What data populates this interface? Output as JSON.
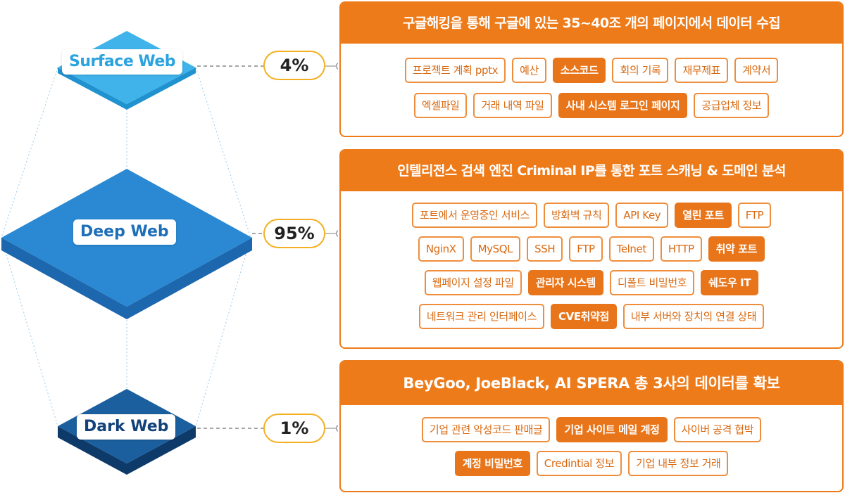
{
  "layers": {
    "surface": {
      "label": "Surface Web",
      "percent": "4%"
    },
    "deep": {
      "label": "Deep Web",
      "percent": "95%"
    },
    "dark": {
      "label": "Dark Web",
      "percent": "1%"
    }
  },
  "colors": {
    "surface_top": "#3fb3ea",
    "surface_side": "#1f92cf",
    "deep_top": "#2a89d2",
    "deep_side": "#1c67ad",
    "dark_top": "#1b5f9e",
    "dark_side": "#0e3a6a",
    "accent_orange": "#ee7b1a",
    "pill_border": "#f4b022"
  },
  "panels": {
    "surface": {
      "title": "구글해킹을 통해 구글에 있는 35~40조 개의 페이지에서 데이터 수집",
      "rows": [
        [
          {
            "text": "프로젝트 계획 pptx",
            "highlight": false
          },
          {
            "text": "예산",
            "highlight": false
          },
          {
            "text": "소스코드",
            "highlight": true
          },
          {
            "text": "회의 기록",
            "highlight": false
          },
          {
            "text": "재무제표",
            "highlight": false
          },
          {
            "text": "계약서",
            "highlight": false
          }
        ],
        [
          {
            "text": "엑셀파일",
            "highlight": false
          },
          {
            "text": "거래 내역 파일",
            "highlight": false
          },
          {
            "text": "사내 시스템 로그인 페이지",
            "highlight": true
          },
          {
            "text": "공급업체 정보",
            "highlight": false
          }
        ]
      ]
    },
    "deep": {
      "title": "인텔리전스 검색 엔진 Criminal IP를 통한 포트 스캐닝 & 도메인 분석",
      "rows": [
        [
          {
            "text": "포트에서 운영중인 서비스",
            "highlight": false
          },
          {
            "text": "방화벽 규칙",
            "highlight": false
          },
          {
            "text": "API Key",
            "highlight": false
          },
          {
            "text": "열린 포트",
            "highlight": true
          },
          {
            "text": "FTP",
            "highlight": false
          }
        ],
        [
          {
            "text": "NginX",
            "highlight": false
          },
          {
            "text": "MySQL",
            "highlight": false
          },
          {
            "text": "SSH",
            "highlight": false
          },
          {
            "text": "FTP",
            "highlight": false
          },
          {
            "text": "Telnet",
            "highlight": false
          },
          {
            "text": "HTTP",
            "highlight": false
          },
          {
            "text": "취약 포트",
            "highlight": true
          }
        ],
        [
          {
            "text": "웹페이지 설정 파일",
            "highlight": false
          },
          {
            "text": "관리자 시스템",
            "highlight": true
          },
          {
            "text": "디폴트 비밀번호",
            "highlight": false
          },
          {
            "text": "쉐도우 IT",
            "highlight": true
          }
        ],
        [
          {
            "text": "네트워크 관리 인터페이스",
            "highlight": false
          },
          {
            "text": "CVE취약점",
            "highlight": true
          },
          {
            "text": "내부 서버와 장치의 연결 상태",
            "highlight": false
          }
        ]
      ]
    },
    "dark": {
      "title": "BeyGoo, JoeBlack, AI SPERA 총 3사의 데이터를 확보",
      "rows": [
        [
          {
            "text": "기업 관련 악성코드 판매글",
            "highlight": false
          },
          {
            "text": "기업 사이트 메일 계정",
            "highlight": true
          },
          {
            "text": "사이버 공격 협박",
            "highlight": false
          }
        ],
        [
          {
            "text": "계정 비밀번호",
            "highlight": true
          },
          {
            "text": "Credintial 정보",
            "highlight": false
          },
          {
            "text": "기업 내부 정보 거래",
            "highlight": false
          }
        ]
      ]
    }
  }
}
